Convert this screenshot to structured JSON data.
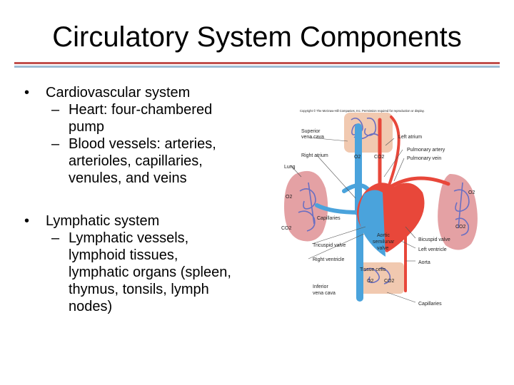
{
  "slide": {
    "title": "Circulatory System Components",
    "bullets": [
      {
        "text": "Cardiovascular system",
        "subs": [
          [
            "Heart: four-chambered",
            "pump"
          ],
          [
            "Blood vessels: arteries,",
            "arterioles, capillaries,",
            "venules, and veins"
          ]
        ]
      },
      {
        "text": "Lymphatic system",
        "subs": [
          [
            "Lymphatic vessels,",
            "lymphoid tissues,",
            "lymphatic organs (spleen,",
            "thymus, tonsils, lymph",
            "nodes)"
          ]
        ]
      }
    ],
    "bullet_glyph": "•",
    "dash_glyph": "–"
  },
  "figure": {
    "copyright": "Copyright © The McGraw-Hill Companies, Inc. Permission required for reproduction or display.",
    "labels": {
      "superior_vena_cava_1": "Superior",
      "superior_vena_cava_2": "vena cava",
      "right_atrium": "Right atrium",
      "lung": "Lung",
      "o2_left": "O2",
      "capillaries_left": "Capillaries",
      "co2_left": "CO2",
      "left_atrium": "Left atrium",
      "pulmonary_artery": "Pulmonary artery",
      "pulmonary_vein": "Pulmonary vein",
      "o2_top": "O2",
      "co2_top": "CO2",
      "o2_right": "O2",
      "co2_right": "CO2",
      "aortic_1": "Aortic",
      "aortic_2": "semilunar",
      "aortic_3": "valve",
      "tricuspid": "Tricuspid valve",
      "right_ventricle": "Right ventricle",
      "bicuspid": "Bicuspid valve",
      "left_ventricle": "Left ventricle",
      "aorta": "Aorta",
      "tissue_cells": "Tissue cells",
      "o2_bottom": "O2",
      "co2_bottom": "CO2",
      "inferior_1": "Inferior",
      "inferior_2": "vena cava",
      "capillaries_bottom": "Capillaries"
    },
    "colors": {
      "oxygenated": "#e8473a",
      "deoxygenated": "#4aa3dc",
      "lung": "#e4a1a4",
      "tissue": "#f1c9b0",
      "vessel_net": "#6a6fc2"
    }
  }
}
